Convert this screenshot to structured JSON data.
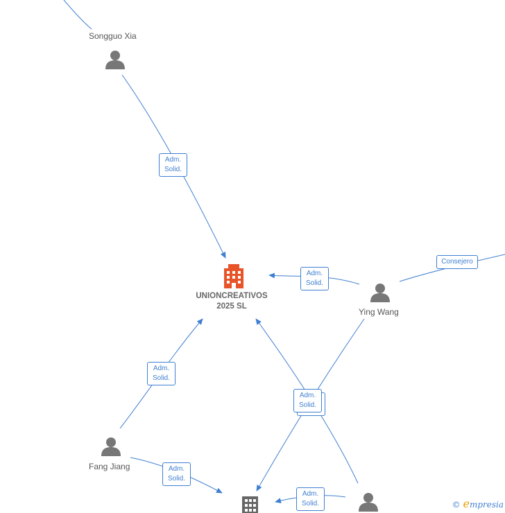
{
  "company": {
    "name_line1": "UNIONCREATIVOS",
    "name_line2": "2025  SL",
    "color": "#e8542a"
  },
  "people": {
    "songguo": "Songguo Xia",
    "ying": "Ying Wang",
    "fang": "Fang Jiang"
  },
  "edge_labels": {
    "songguo_company": [
      "Adm.",
      "Solid."
    ],
    "ying_company": [
      "Adm.",
      "Solid."
    ],
    "ying_consejero": "Consejero",
    "fang_company": [
      "Adm.",
      "Solid."
    ],
    "cross_company": [
      "Adm.",
      "Solid."
    ],
    "fang_company2": [
      "Adm.",
      "Solid."
    ],
    "person4_company2": [
      "Adm.",
      "Solid."
    ]
  },
  "footer": {
    "copyright": "©",
    "brand_initial": "e",
    "brand_rest": "mpresia"
  },
  "colors": {
    "edge": "#3f7fd1",
    "node": "#777777"
  }
}
